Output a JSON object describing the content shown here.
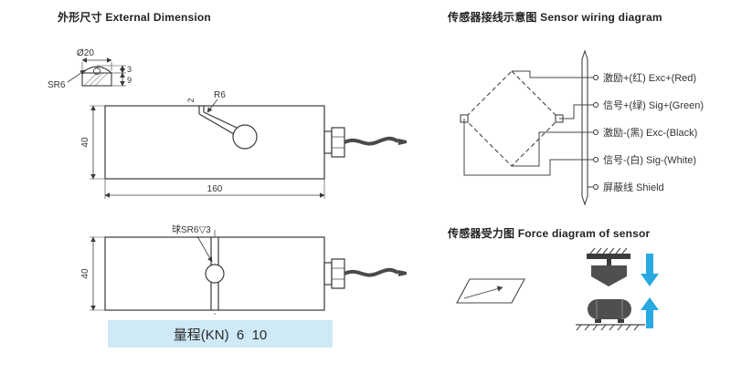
{
  "sections": {
    "external": {
      "title": "外形尺寸 External Dimension"
    },
    "wiring": {
      "title": "传感器接线示意图 Sensor wiring diagram"
    },
    "force": {
      "title": "传感器受力图 Force diagram of sensor"
    }
  },
  "external": {
    "dims": {
      "d20": "Ø20",
      "sr6": "SR6",
      "h3": "3",
      "h9": "9",
      "r6": "R6",
      "w2": "2",
      "h40_side": "40",
      "l160": "160",
      "ball": "球SR6▽3",
      "h40_top": "40"
    },
    "range_label": "量程(KN)  6  10"
  },
  "wiring": {
    "labels": [
      "激励+(红) Exc+(Red)",
      "信号+(绿) Sig+(Green)",
      "激励-(黑) Exc-(Black)",
      "信号-(白) Sig-(White)",
      "屏蔽线 Shield"
    ]
  },
  "colors": {
    "accent_blue": "#29a9e1",
    "range_bg": "#cfe9f7",
    "line": "#3a3a3a"
  }
}
